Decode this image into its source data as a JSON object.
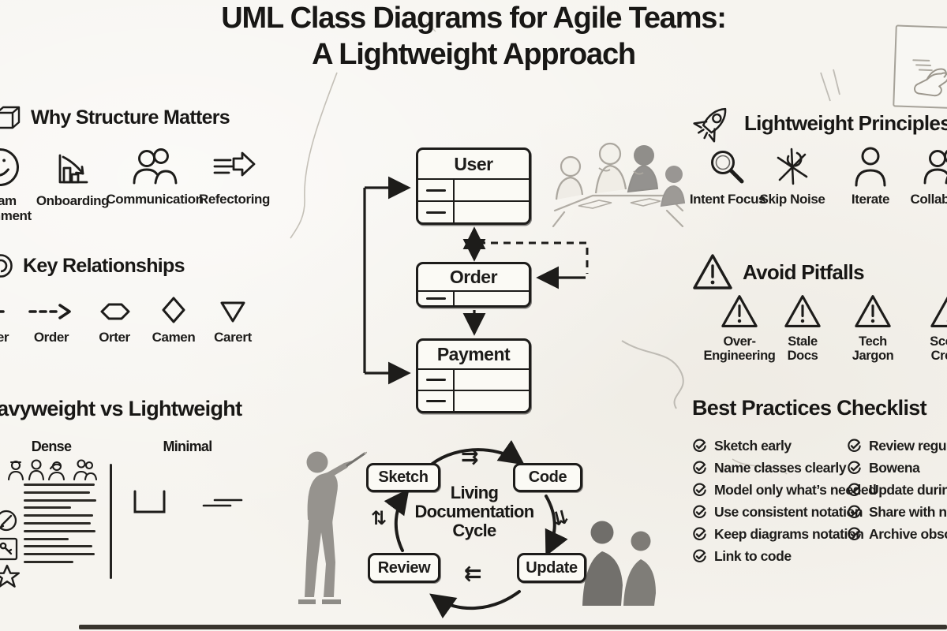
{
  "colors": {
    "paper": "#f6f4ef",
    "ink": "#1d1c1a",
    "pencil": "#8f8b84"
  },
  "title": {
    "line1": "UML Class Diagrams for Agile Teams:",
    "line2": "A Lightweight Approach"
  },
  "why_structure": {
    "heading": "Why Structure Matters",
    "items": [
      {
        "icon": "smiley-icon",
        "line1": "Team",
        "line2": "Alignment"
      },
      {
        "icon": "declining-chart-icon",
        "line1": "Onboarding",
        "line2": ""
      },
      {
        "icon": "people-icon",
        "line1": "Communication",
        "line2": ""
      },
      {
        "icon": "refactor-arrow-icon",
        "line1": "Refectoring",
        "line2": ""
      }
    ]
  },
  "key_relationships": {
    "heading": "Key Relationships",
    "items": [
      {
        "icon": "association-line",
        "label": "Order"
      },
      {
        "icon": "dependency-dashed-arrow",
        "label": "Order"
      },
      {
        "icon": "aggregation-hexagon",
        "label": "Orter"
      },
      {
        "icon": "composition-diamond",
        "label": "Camen"
      },
      {
        "icon": "inheritance-triangle",
        "label": "Carert"
      }
    ]
  },
  "heavyweight_vs_lightweight": {
    "heading": "Heavyweight vs Lightweight",
    "left_label": "Dense",
    "right_label": "Minimal"
  },
  "uml_diagram": {
    "classes": [
      {
        "name": "User"
      },
      {
        "name": "Order"
      },
      {
        "name": "Payment"
      }
    ]
  },
  "lightweight_principles": {
    "heading": "Lightweight Principles",
    "items": [
      {
        "icon": "magnifier-icon",
        "label": "Intent Focus"
      },
      {
        "icon": "skip-noise-icon",
        "label": "Skip Noise"
      },
      {
        "icon": "person-icon",
        "label": "Iterate"
      },
      {
        "icon": "people-icon",
        "label": "Collaborate"
      }
    ]
  },
  "avoid_pitfalls": {
    "heading": "Avoid Pitfalls",
    "items": [
      {
        "line1": "Over-",
        "line2": "Engineering"
      },
      {
        "line1": "Stale",
        "line2": "Docs"
      },
      {
        "line1": "Tech",
        "line2": "Jargon"
      },
      {
        "line1": "Scope",
        "line2": "Creep"
      }
    ]
  },
  "best_practices": {
    "heading": "Best Practices Checklist",
    "left": [
      "Sketch early",
      "Name classes clearly",
      "Model only what’s needed",
      "Use consistent notation",
      "Keep diagrams notation",
      "Link to code"
    ],
    "right": [
      "Review regularly",
      "Bowena",
      "Update during sprints",
      "Share with non-devs",
      "Archive obsolete"
    ]
  },
  "cycle": {
    "center_line1": "Living",
    "center_line2": "Documentation",
    "center_line3": "Cycle",
    "nodes": {
      "top_left": "Sketch",
      "top_right": "Code",
      "bottom_right": "Update",
      "bottom_left": "Review"
    },
    "glyphs": {
      "top": "⇉",
      "right": "⇊",
      "bottom": "⇇",
      "left": "⇅"
    }
  }
}
